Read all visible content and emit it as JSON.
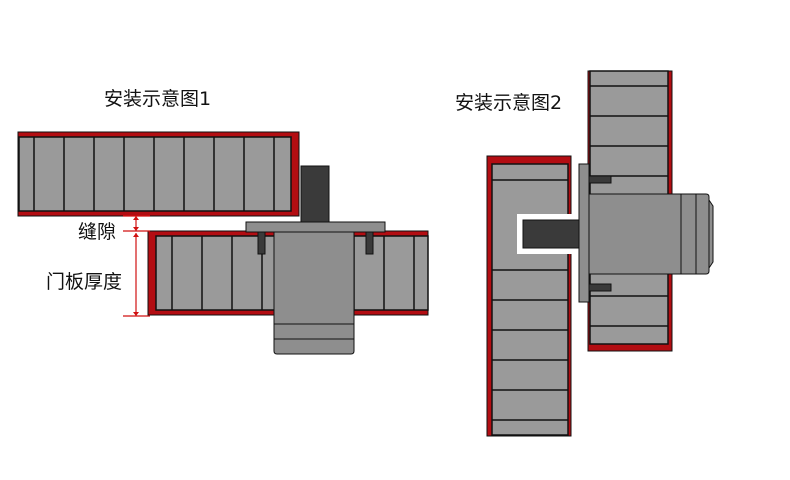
{
  "diagram1": {
    "title": "安装示意图1",
    "gap_label": "缝隙",
    "thickness_label": "门板厚度"
  },
  "diagram2": {
    "title": "安装示意图2"
  },
  "colors": {
    "door_frame": "#b30d12",
    "door_fill": "#9a9a9a",
    "hinge_body": "#8e8e8e",
    "hinge_dark": "#3a3a3a",
    "outline": "#111111",
    "dimension_line": "#d01010"
  }
}
